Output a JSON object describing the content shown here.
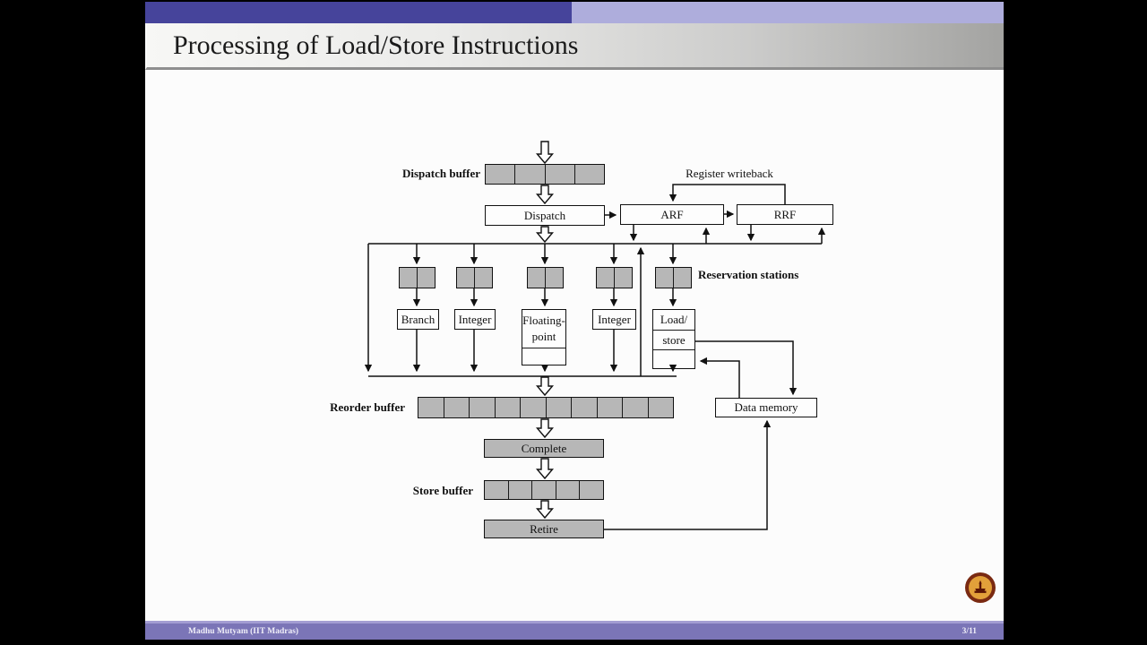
{
  "slide": {
    "title": "Processing of Load/Store Instructions",
    "footer": {
      "author": "Madhu Mutyam (IIT Madras)",
      "page": "3/11"
    }
  },
  "labels": {
    "dispatch_buffer": "Dispatch buffer",
    "register_writeback": "Register writeback",
    "reservation_stations": "Reservation stations",
    "reorder_buffer": "Reorder buffer",
    "store_buffer": "Store buffer"
  },
  "boxes": {
    "dispatch": "Dispatch",
    "arf": "ARF",
    "rrf": "RRF",
    "branch": "Branch",
    "integer_left": "Integer",
    "floating_point_top": "Floating-",
    "floating_point_bottom": "point",
    "integer_right": "Integer",
    "load_store_top": "Load/",
    "load_store_middle": "store",
    "complete": "Complete",
    "data_memory": "Data memory",
    "retire": "Retire"
  },
  "colors": {
    "header_dark": "#46449b",
    "header_light": "#aeaddc",
    "footer_bar": "#7b75b7",
    "footer_strip": "#a39dd2",
    "box_gray": "#b7b7b7",
    "line": "#111111",
    "logo_ring": "#7a2a12",
    "logo_inner": "#e2a03a"
  }
}
